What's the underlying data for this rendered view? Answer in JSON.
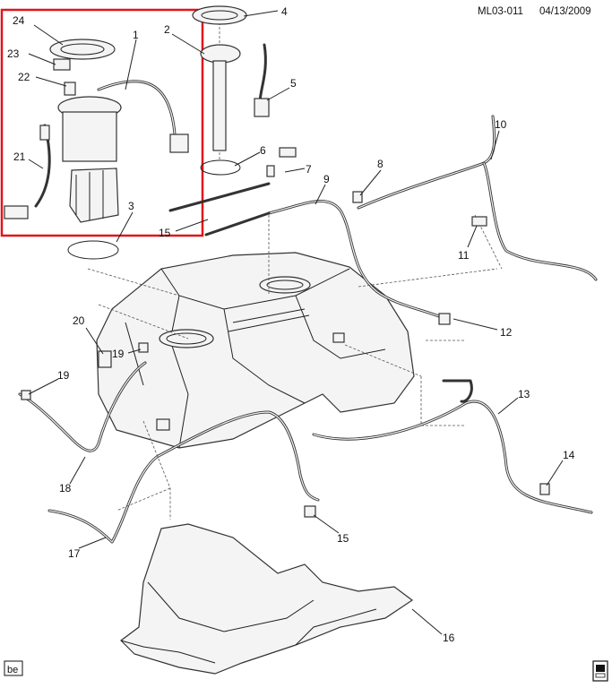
{
  "header": {
    "code": "ML03-011",
    "date": "04/13/2009"
  },
  "footer": {
    "badge": "be"
  },
  "callouts": [
    "24",
    "23",
    "22",
    "21",
    "1",
    "2",
    "4",
    "5",
    "6",
    "7",
    "3",
    "15",
    "8",
    "9",
    "10",
    "11",
    "12",
    "20",
    "19",
    "19",
    "18",
    "17",
    "13",
    "14",
    "15",
    "16"
  ],
  "highlight_color": "#e0151b"
}
